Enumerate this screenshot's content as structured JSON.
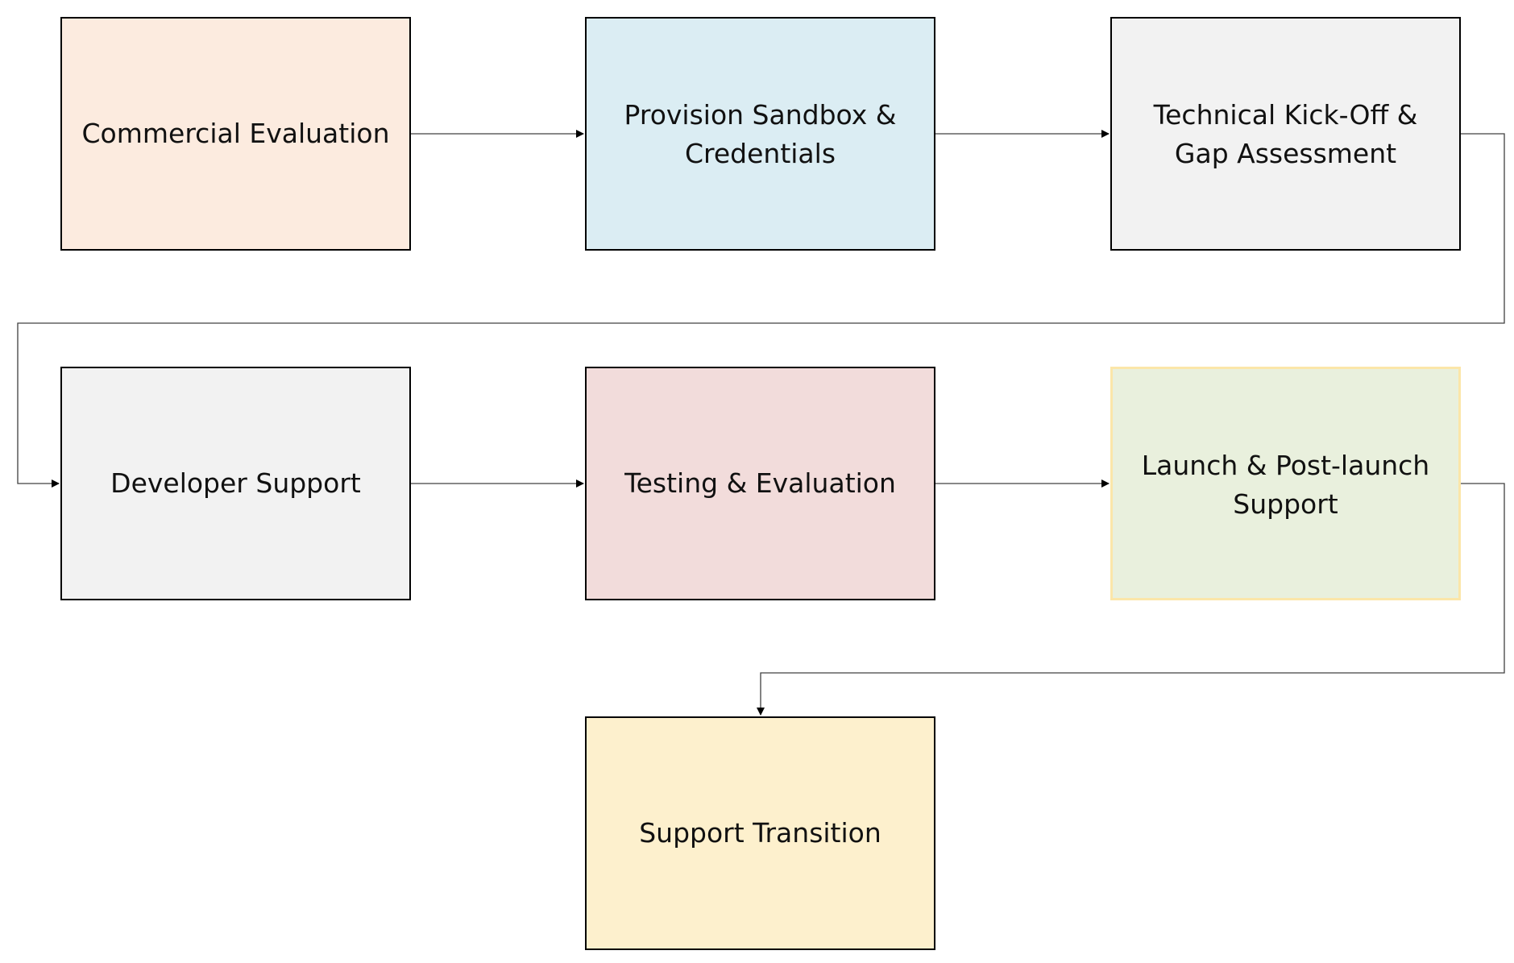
{
  "diagram": {
    "nodes": [
      {
        "label": "Commercial Evaluation",
        "fill": "#fcebdf"
      },
      {
        "label": "Provision Sandbox & Credentials",
        "fill": "#dbedf3"
      },
      {
        "label": "Technical Kick-Off & Gap Assessment",
        "fill": "#f2f2f2"
      },
      {
        "label": "Developer Support",
        "fill": "#f2f2f2"
      },
      {
        "label": "Testing & Evaluation",
        "fill": "#f2dcdb"
      },
      {
        "label": "Launch & Post-launch Support",
        "fill": "#e9f0dd"
      },
      {
        "label": "Support Transition",
        "fill": "#fdf0cd"
      }
    ],
    "edges": [
      {
        "from": 0,
        "to": 1
      },
      {
        "from": 1,
        "to": 2
      },
      {
        "from": 2,
        "to": 3
      },
      {
        "from": 3,
        "to": 4
      },
      {
        "from": 4,
        "to": 5
      },
      {
        "from": 5,
        "to": 6
      }
    ],
    "colors": {
      "border": "#000000",
      "connector": "#404040",
      "highlight_border": "#fbe6a9"
    }
  }
}
